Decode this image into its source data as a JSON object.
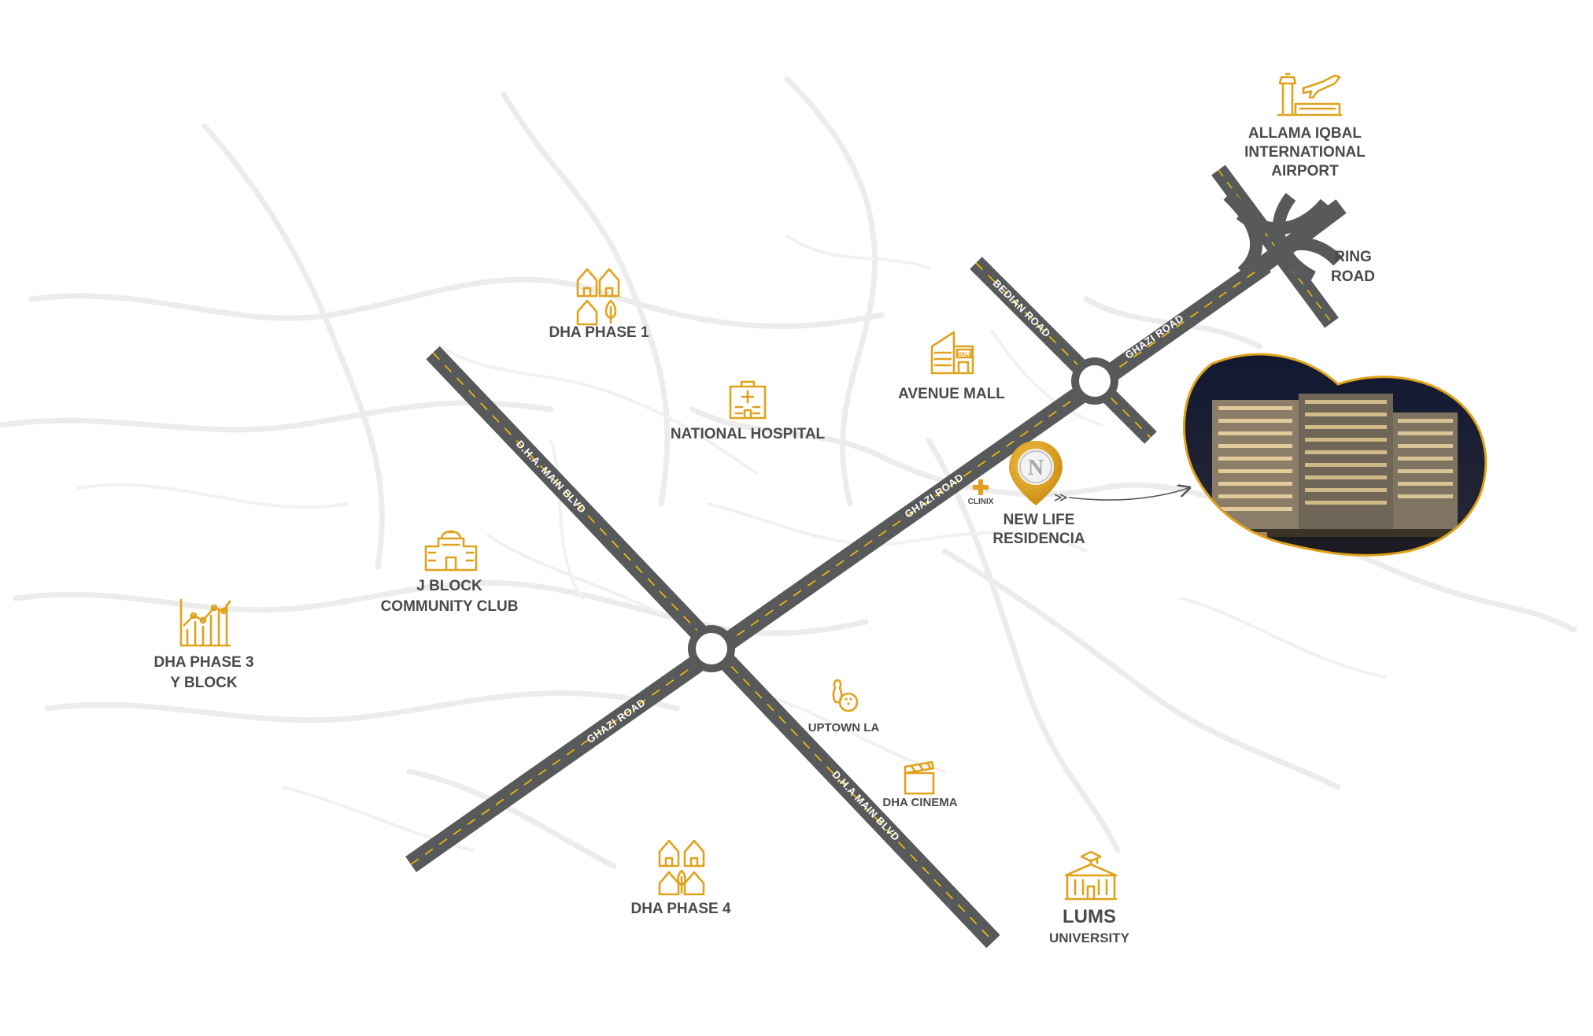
{
  "roads": {
    "dha_main_blvd_1": "D.H.A. MAIN BLVD",
    "dha_main_blvd_2": "D.H.A MAIN BLVD",
    "ghazi_road_1": "GHAZI ROAD",
    "ghazi_road_2": "GHAZI ROAD",
    "ghazi_road_3": "GHAZI ROAD",
    "bedian_road": "BEDIAN ROAD"
  },
  "landmarks": {
    "airport": [
      "ALLAMA IQBAL",
      "INTERNATIONAL",
      "AIRPORT"
    ],
    "ring_road": [
      "RING",
      "ROAD"
    ],
    "dha_phase_1": "DHA PHASE 1",
    "national_hospital": "NATIONAL HOSPITAL",
    "avenue_mall": "AVENUE MALL",
    "mall_sign": "MALL",
    "clinix": "CLINIX",
    "project": [
      "NEW LIFE",
      "RESIDENCIA"
    ],
    "project_logo": "N",
    "j_block": [
      "J BLOCK",
      "COMMUNITY CLUB"
    ],
    "dha_phase_3": [
      "DHA PHASE 3",
      "Y BLOCK"
    ],
    "uptown": "UPTOWN LA",
    "dha_cinema": "DHA CINEMA",
    "dha_phase_4": "DHA PHASE 4",
    "lums": [
      "LUMS",
      "UNIVERSITY"
    ]
  },
  "colors": {
    "accent": "#e0a21c",
    "road": "#58595b",
    "road_line": "#f2c200",
    "label": "#4a4a4a"
  }
}
